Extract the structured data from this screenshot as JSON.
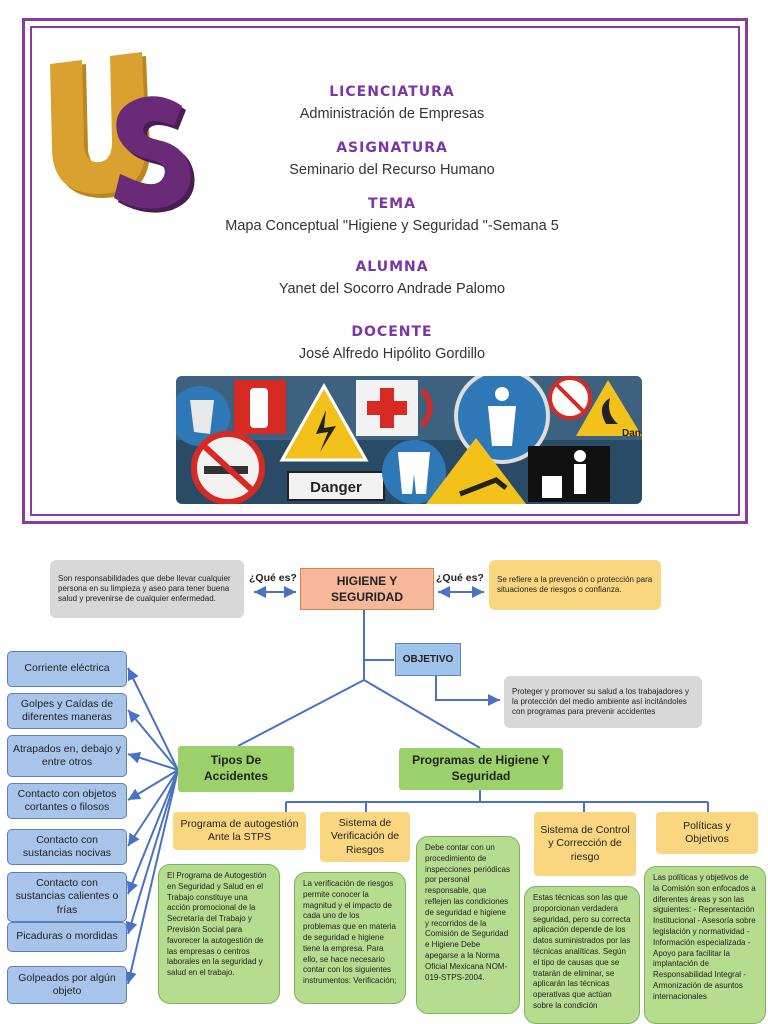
{
  "cover": {
    "logo_text": "US",
    "sections": [
      {
        "heading": "LICENCIATURA",
        "value": "Administración de Empresas"
      },
      {
        "heading": "ASIGNATURA",
        "value": "Seminario del Recurso Humano"
      },
      {
        "heading": "TEMA",
        "value": "Mapa Conceptual \"Higiene y Seguridad \"-Semana 5"
      },
      {
        "heading": "ALUMNA",
        "value": "Yanet del Socorro Andrade Palomo"
      },
      {
        "heading": "DOCENTE",
        "value": "José Alfredo Hipólito Gordillo"
      }
    ],
    "banner_sign": "Danger",
    "colors": {
      "frame": "#8a3aa0",
      "heading": "#7b35a8",
      "logo_gold": "#d9a12f",
      "logo_purple": "#6a2a78"
    }
  },
  "map": {
    "center": "HIGIENE Y SEGURIDAD",
    "que_es_left": "¿Qué es?",
    "que_es_right": "¿Qué es?",
    "left_definition": "Son responsabilidades que debe llevar cualquier persona en su limpieza y aseo para tener buena salud y prevenirse de cualquier enfermedad.",
    "right_definition": "Se refiere a la prevención o protección para situaciones de riesgos o confianza.",
    "objective_label": "OBJETIVO",
    "objective_text": "Proteger y promover su salud a los trabajadores y la protección del medio ambiente así incitándoles con programas para prevenir accidentes",
    "tipos_title": "Tipos De Accidentes",
    "programas_title": "Programas de Higiene Y Seguridad",
    "accidents": [
      "Corriente eléctrica",
      "Golpes y Caídas de diferentes maneras",
      "Atrapados en, debajo y entre otros",
      "Contacto con objetos cortantes o filosos",
      "Contacto con sustancias nocivas",
      "Contacto con sustancias calientes o frías",
      "Picaduras o mordidas",
      "Golpeados por algún objeto"
    ],
    "programs": [
      {
        "title": "Programa de autogestión Ante la STPS",
        "body": "El Programa de Autogestión en Seguridad y Salud en el Trabajo constituye una acción promocional de la Secretaría del Trabajo y Previsión Social para favorecer la autogestión de las empresas o centros laborales en la seguridad y salud en el trabajo."
      },
      {
        "title": "Sistema de Verificación de Riesgos",
        "body": "La verificación de riesgos permite conocer la magnitud y el impacto de cada uno de los problemas que en materia de seguridad e higiene tiene la empresa. Para ello, se hace necesario contar con los siguientes instrumentos: Verificación;"
      },
      {
        "title": "",
        "body": "Debe contar con un procedimiento de inspecciones periódicas por personal responsable, que reflejen las condiciones de seguridad e higiene y recorridos de la Comisión de Seguridad e Higiene Debe apegarse a la Norma Oficial Mexicana NOM-019-STPS-2004."
      },
      {
        "title": "Sistema de Control y Corrección de riesgo",
        "body": "Estas técnicas son las que proporcionan verdadera seguridad, pero su correcta aplicación depende de los datos suministrados por las técnicas analíticas. Según el tipo de causas que se tratarán de eliminar, se aplicarán las técnicas operativas que actúan sobre la condición"
      },
      {
        "title": "Políticas y Objetivos",
        "body": "Las políticas y objetivos de la Comisión son enfocados a diferentes áreas y son las siguientes: - Representación Institucional - Asesoría sobre legislación y normatividad - Información especializada - Apoyo para facilitar la implantación de Responsabilidad Integral - Armonización de asuntos internacionales"
      }
    ],
    "colors": {
      "line": "#4a72c4",
      "green": "#9bd06a",
      "yellow": "#fbd680",
      "blue": "#a9c4ea",
      "orange": "#f7b79a",
      "gray": "#d8d8d8"
    }
  }
}
